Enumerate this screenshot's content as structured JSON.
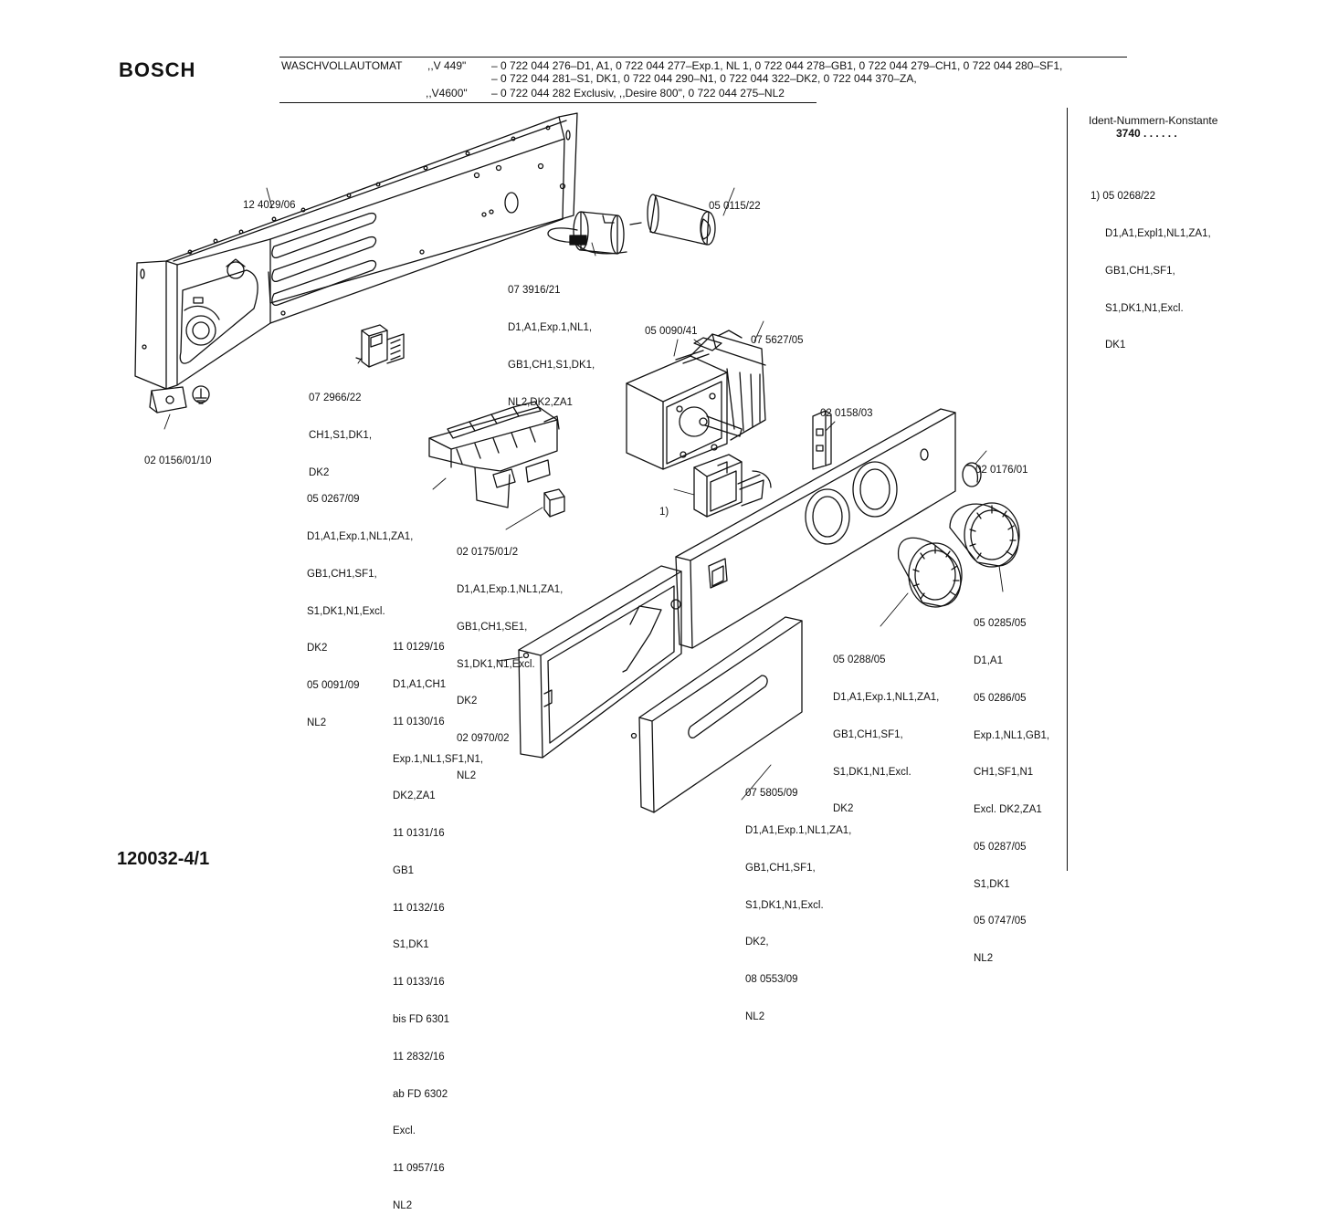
{
  "brand": "BOSCH",
  "header": {
    "product": "WASCHVOLLAUTOMAT",
    "model1": ",,V 449\"",
    "model2": ",,V4600\"",
    "line1": "– 0 722 044 276–D1, A1, 0 722 044 277–Exp.1, NL 1, 0 722 044 278–GB1, 0 722 044 279–CH1, 0 722 044 280–SF1,",
    "line2": "– 0 722 044 281–S1, DK1, 0 722 044 290–N1, 0 722 044 322–DK2, 0 722 044 370–ZA,",
    "line3": "– 0 722 044 282 Exclusiv, ,,Desire 800\", 0 722 044 275–NL2"
  },
  "sidebar": {
    "title": "Ident-Nummern-Konstante",
    "constant": "3740  . .  . . . .",
    "note_lines": [
      "1) 05 0268/22",
      "D1,A1,Expl1,NL1,ZA1,",
      "GB1,CH1,SF1,",
      "S1,DK1,N1,Excl.",
      "DK1"
    ]
  },
  "labels": {
    "l_124029": [
      "12 4029/06"
    ],
    "l_050115": [
      "05 0115/22"
    ],
    "l_073916": [
      "07 3916/21",
      "D1,A1,Exp.1,NL1,",
      "GB1,CH1,S1,DK1,",
      "NL2,DK2,ZA1"
    ],
    "l_050090": [
      "05 0090/41"
    ],
    "l_075627": [
      "07 5627/05"
    ],
    "l_072966": [
      "07 2966/22",
      "CH1,S1,DK1,",
      "DK2"
    ],
    "l_020156": [
      "02 0156/01/10"
    ],
    "l_020158": [
      "02 0158/03"
    ],
    "l_020176": [
      "02 0176/01"
    ],
    "l_note1": [
      "1)"
    ],
    "l_050267": [
      "05 0267/09",
      "D1,A1,Exp.1,NL1,ZA1,",
      "GB1,CH1,SF1,",
      "S1,DK1,N1,Excl.",
      "DK2",
      "05 0091/09",
      "NL2"
    ],
    "l_020175": [
      "02 0175/01/2",
      "D1,A1,Exp.1,NL1,ZA1,",
      "GB1,CH1,SE1,",
      "S1,DK1,N1,Excl.",
      "DK2",
      "02 0970/02",
      "NL2"
    ],
    "l_110129": [
      "11 0129/16",
      "D1,A1,CH1",
      "11 0130/16",
      "Exp.1,NL1,SF1,N1,",
      "DK2,ZA1",
      "11 0131/16",
      "GB1",
      "11 0132/16",
      "S1,DK1",
      "11 0133/16",
      "bis FD 6301",
      "11 2832/16",
      "ab FD 6302",
      "Excl.",
      "11 0957/16",
      "NL2"
    ],
    "l_050288": [
      "05 0288/05",
      "D1,A1,Exp.1,NL1,ZA1,",
      "GB1,CH1,SF1,",
      "S1,DK1,N1,Excl.",
      "DK2"
    ],
    "l_050285": [
      "05 0285/05",
      "D1,A1",
      "05 0286/05",
      "Exp.1,NL1,GB1,",
      "CH1,SF1,N1",
      "Excl. DK2,ZA1",
      "05 0287/05",
      "S1,DK1",
      "05 0747/05",
      "NL2"
    ],
    "l_075805": [
      "07 5805/09",
      "D1,A1,Exp.1,NL1,ZA1,",
      "GB1,CH1,SF1,",
      "S1,DK1,N1,Excl.",
      "DK2,",
      "08 0553/09",
      "NL2"
    ]
  },
  "footer": {
    "doc_number": "120032-4/1"
  }
}
